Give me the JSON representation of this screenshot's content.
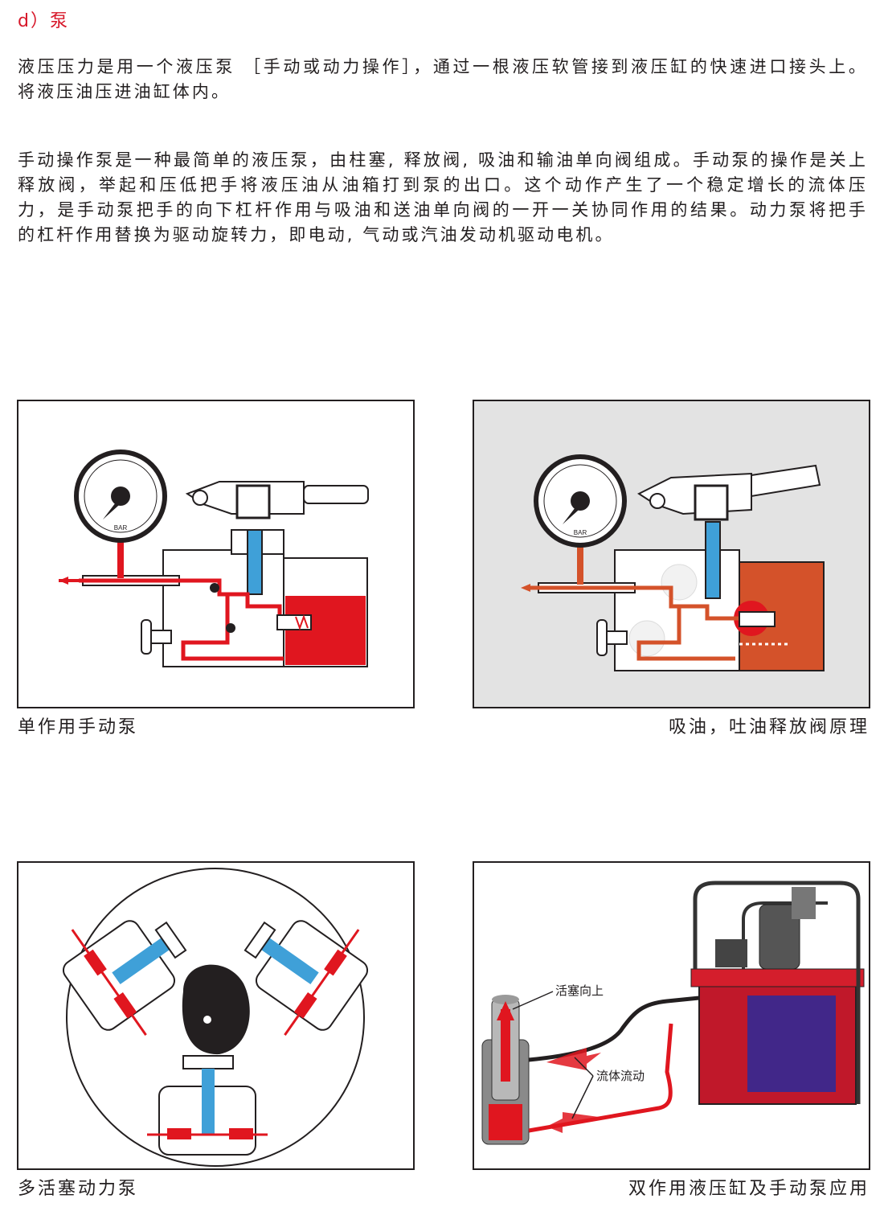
{
  "section": {
    "heading": "d）泵"
  },
  "paragraphs": [
    "液压压力是用一个液压泵 ［手动或动力操作］，通过一根液压软管接到液压缸的快速进口接头上。将液压油压进油缸体内。",
    "手动操作泵是一种最简单的液压泵，由柱塞, 释放阀, 吸油和输油单向阀组成。手动泵的操作是关上释放阀，举起和压低把手将液压油从油箱打到泵的出口。这个动作产生了一个稳定增长的流体压力，是手动泵把手的向下杠杆作用与吸油和送油单向阀的一开一关协同作用的结果。动力泵将把手的杠杆作用替换为驱动旋转力，即电动, 气动或汽油发动机驱动电机。"
  ],
  "figures": [
    {
      "caption": "单作用手动泵",
      "gauge_label": "BAR"
    },
    {
      "caption": "吸油，吐油释放阀原理",
      "gauge_label": "BAR"
    },
    {
      "caption": "多活塞动力泵"
    },
    {
      "caption": "双作用液压缸及手动泵应用",
      "callouts": [
        "活塞向上",
        "流体流动"
      ]
    }
  ],
  "colors": {
    "accent": "#d7182a",
    "oil_red": "#e0161f",
    "plunger_blue": "#3fa0d8",
    "panel_gray": "#e3e3e3",
    "tank_orange": "#d4522a"
  }
}
